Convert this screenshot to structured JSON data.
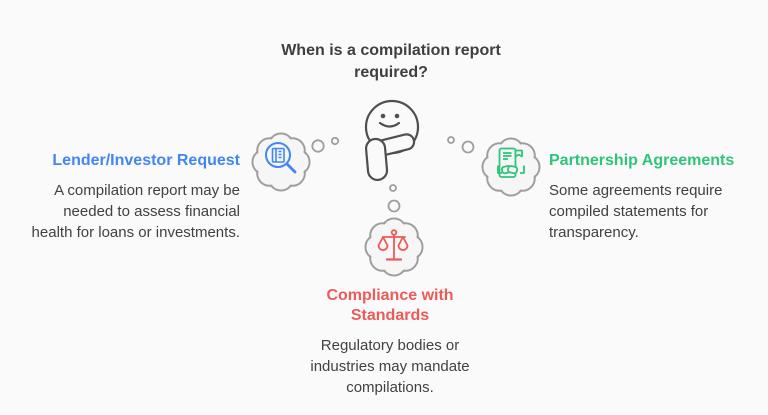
{
  "title": "When is a compilation report required?",
  "center": {
    "icon": "thinking-face-icon"
  },
  "sections": {
    "lender": {
      "heading": "Lender/Investor Request",
      "body": "A compilation report may be needed to assess financial health for loans or investments.",
      "accent": "#4285f4",
      "icon": "magnifier-ledger-icon"
    },
    "partnership": {
      "heading": "Partnership Agreements",
      "body": "Some agreements require compiled statements for transparency.",
      "accent": "#2fc47c",
      "icon": "document-handshake-icon"
    },
    "compliance": {
      "heading": "Compliance with Standards",
      "body": "Regulatory bodies or industries may mandate compilations.",
      "accent": "#ee5a5a",
      "icon": "scales-icon"
    }
  },
  "colors": {
    "background": "#fafafa",
    "text": "#3f3f3f",
    "body_text": "#414141",
    "outline_gray": "#9e9e9e",
    "face_stroke": "#4f4f4f"
  }
}
